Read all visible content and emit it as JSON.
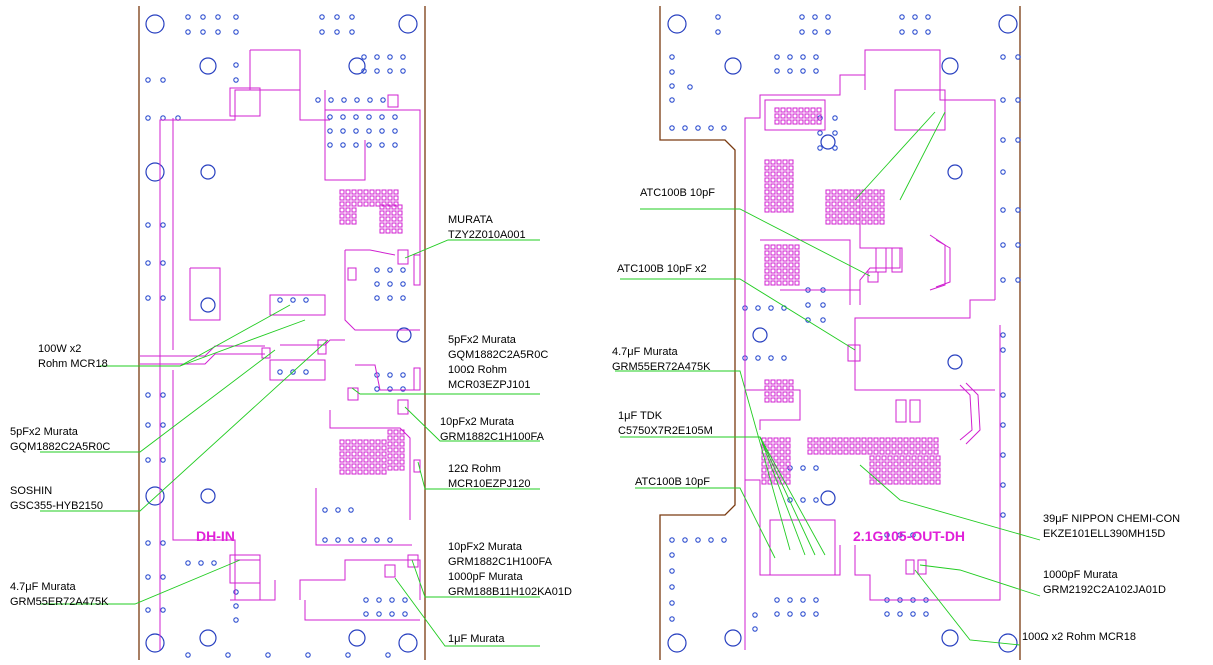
{
  "colors": {
    "copper_outline": "#d020d0",
    "vias": "#3050d0",
    "board_edge": "#7a3a10",
    "leader_lines": "#22cc22",
    "title_text": "#e020d8"
  },
  "boards": {
    "left": {
      "title": "DH-IN"
    },
    "right": {
      "title": "2.1G105-OUT-DH"
    }
  },
  "left_labels": {
    "murata_tzy": [
      "MURATA",
      "TZY2Z010A001"
    ],
    "r100_x2": [
      "100W x2",
      "Rohm MCR18"
    ],
    "c5p_gqm_right": [
      "5pFx2 Murata",
      "GQM1882C2A5R0C",
      "100Ω Rohm",
      "MCR03EZPJ101"
    ],
    "c5p_gqm_left": [
      "5pFx2 Murata",
      "GQM1882C2A5R0C"
    ],
    "c10p_grm_top": [
      "10pFx2 Murata",
      "GRM1882C1H100FA"
    ],
    "r12": [
      "12Ω Rohm",
      "MCR10EZPJ120"
    ],
    "soshin": [
      "SOSHIN",
      "GSC355-HYB2150"
    ],
    "c10p_1000p": [
      "10pFx2 Murata",
      "GRM1882C1H100FA",
      "1000pF Murata",
      "GRM188B11H102KA01D"
    ],
    "c4u7_left": [
      "4.7μF  Murata",
      "GRM55ER72A475K"
    ],
    "c1u": [
      "1μF Murata"
    ]
  },
  "right_labels": {
    "atc_10p_top": [
      "ATC100B 10pF"
    ],
    "atc_10p_x2": [
      "ATC100B 10pF x2"
    ],
    "c4u7_right": [
      "4.7μF  Murata",
      "GRM55ER72A475K"
    ],
    "c1u_tdk": [
      "1μF TDK",
      "C5750X7R2E105M"
    ],
    "atc_10p_bottom": [
      "ATC100B 10pF"
    ],
    "c39u": [
      "39μF NIPPON CHEMI-CON",
      "EKZE101ELL390MH15D"
    ],
    "c1000p_right": [
      "1000pF Murata",
      "GRM2192C2A102JA01D"
    ],
    "r100_x2_right": [
      "100Ω x2 Rohm  MCR18"
    ]
  }
}
